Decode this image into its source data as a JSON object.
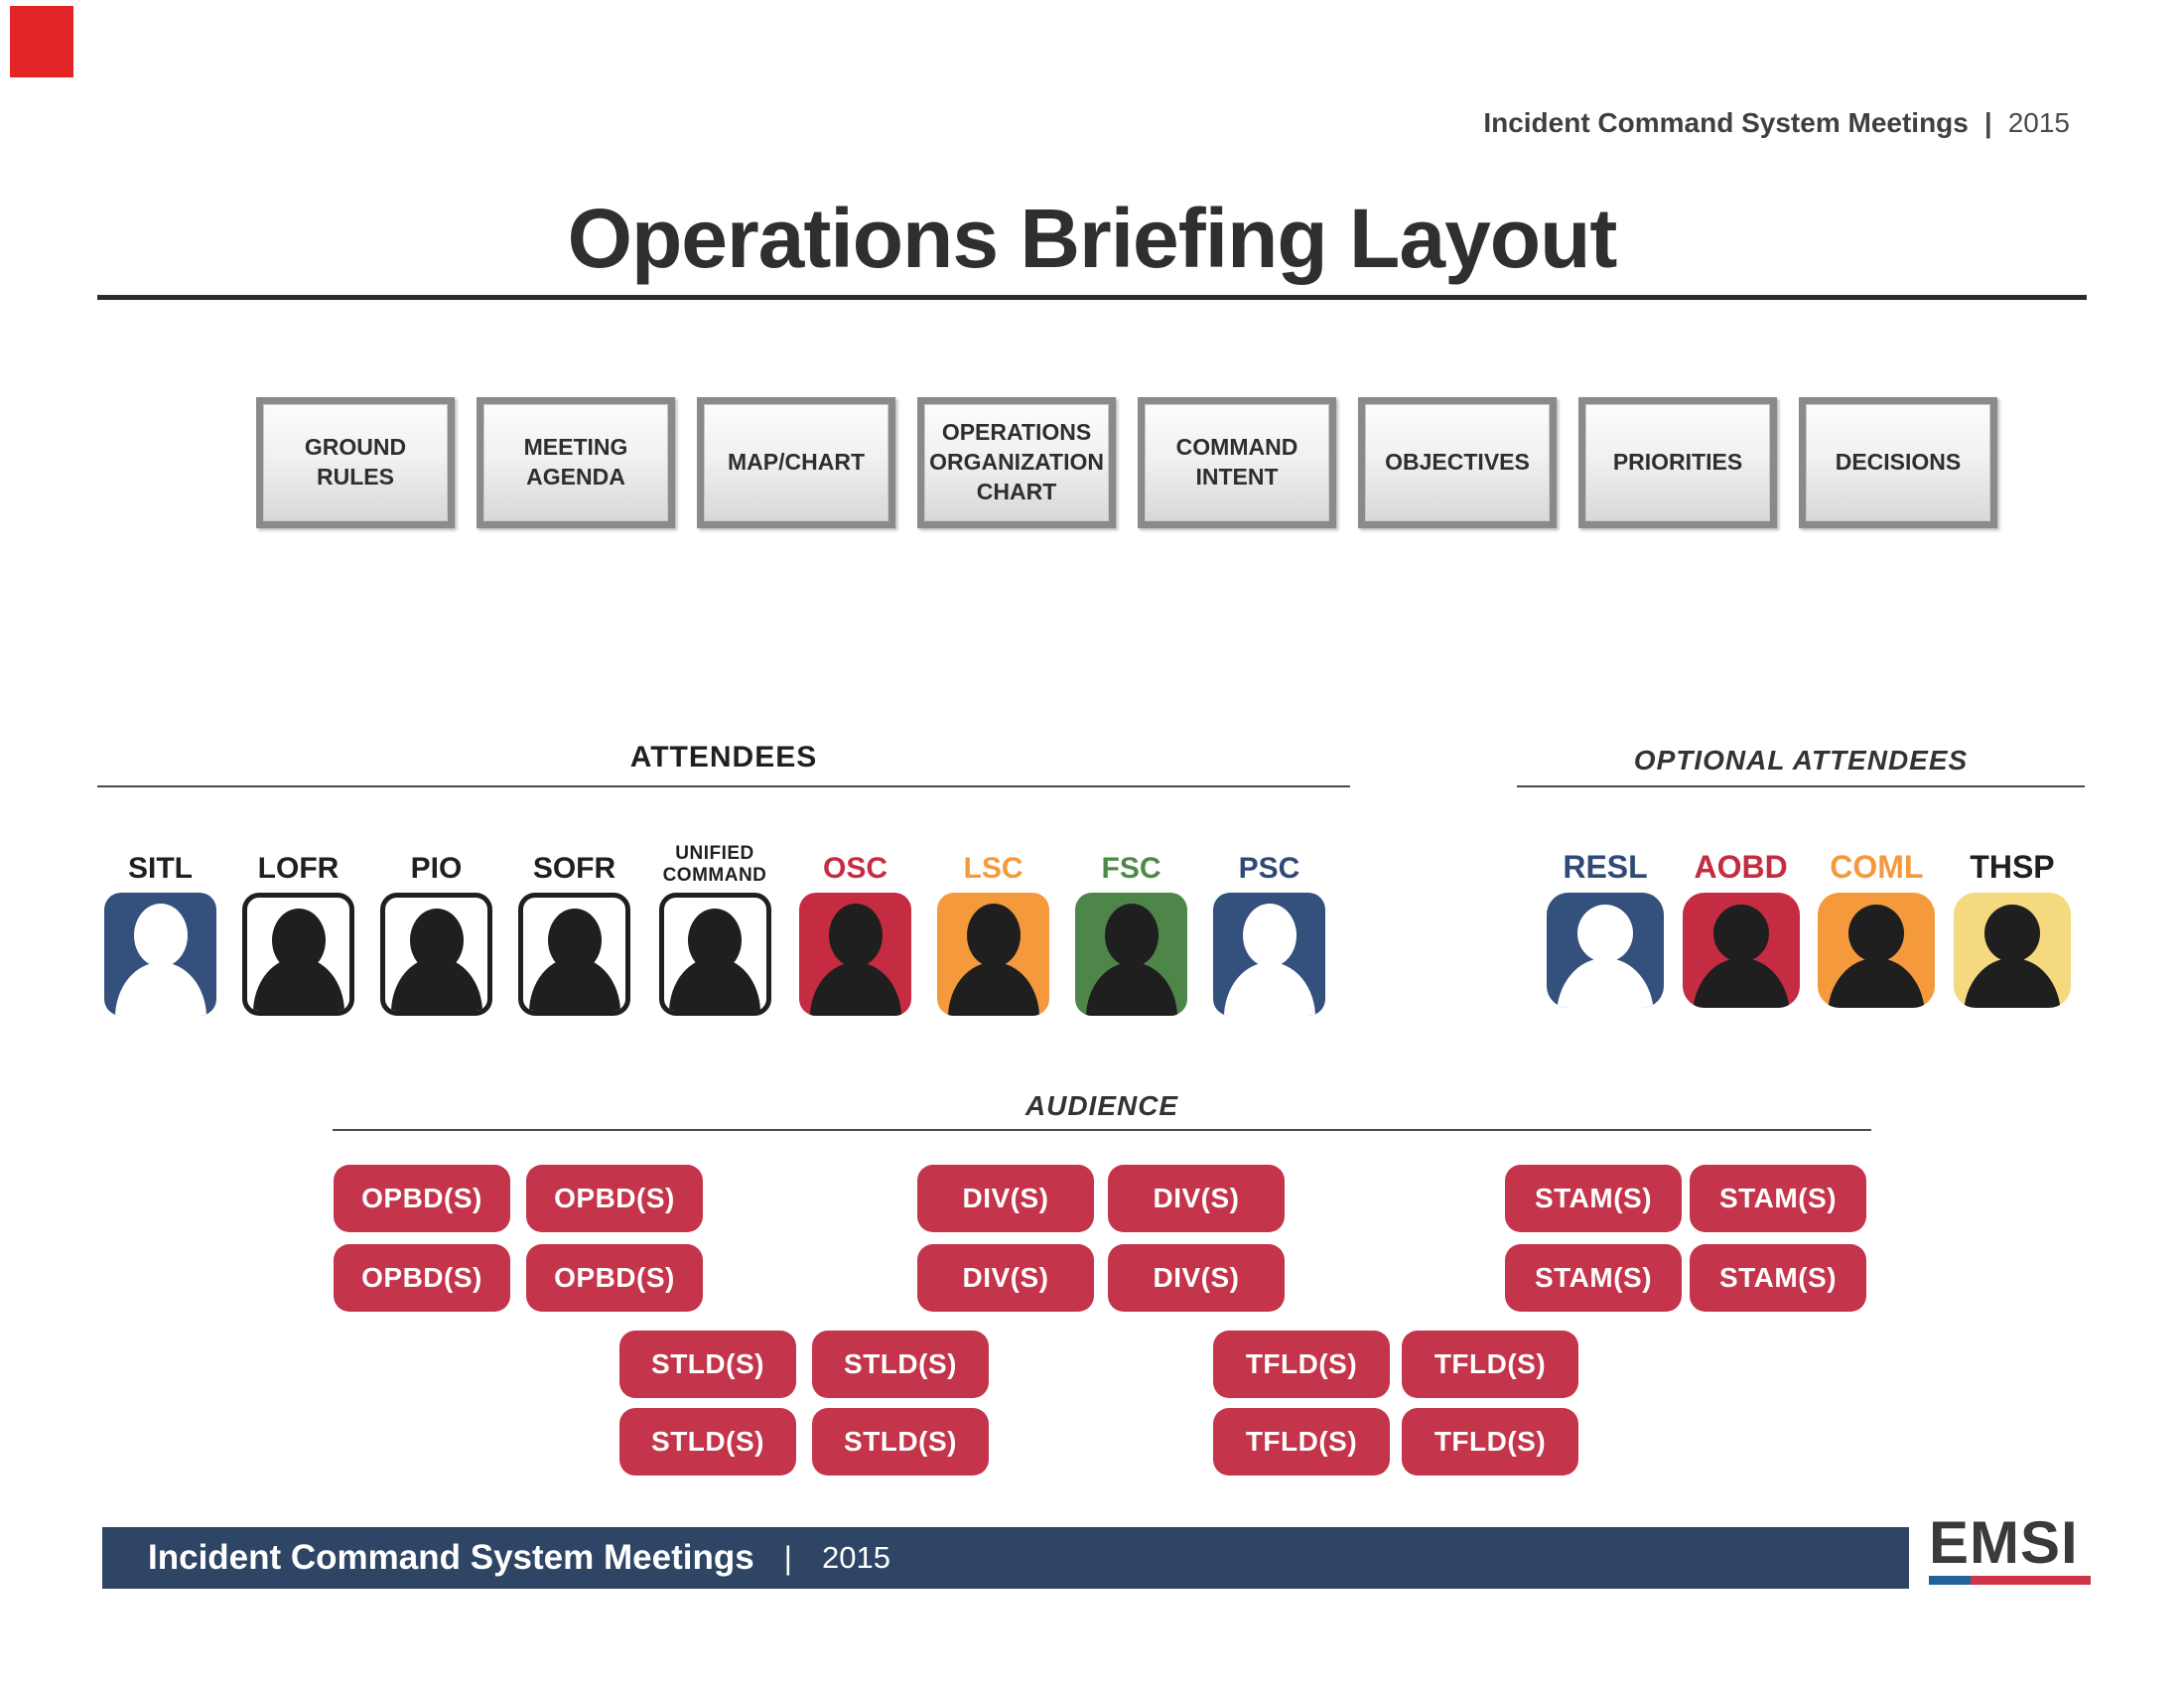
{
  "accent_color": "#E42528",
  "header": {
    "title": "Incident Command System Meetings",
    "separator": "|",
    "year": "2015"
  },
  "page_title": "Operations Briefing Layout",
  "agenda_boxes": [
    "GROUND RULES",
    "MEETING AGENDA",
    "MAP/CHART",
    "OPERATIONS ORGANIZATION CHART",
    "COMMAND INTENT",
    "OBJECTIVES",
    "PRIORITIES",
    "DECISIONS"
  ],
  "colors": {
    "navy": "#34507C",
    "red": "#C52B41",
    "orange": "#F49A3C",
    "green": "#4E8549",
    "yellow": "#F5D97E",
    "white": "#FFFFFF",
    "ink": "#1F1F1F",
    "seat_red": "#C4344A",
    "footer_navy": "#2F4565",
    "logo_blue": "#20639A",
    "logo_red": "#CE3347",
    "label_navy": "#2F4A77",
    "label_red": "#C52B41",
    "label_orange": "#F49A3C",
    "label_green": "#4C8A47",
    "label_black": "#1F1F1F"
  },
  "attendees": {
    "heading": "ATTENDEES",
    "people": [
      {
        "label": "SITL"
      },
      {
        "label": "LOFR"
      },
      {
        "label": "PIO"
      },
      {
        "label": "SOFR"
      },
      {
        "label": "UNIFIED COMMAND"
      },
      {
        "label": "OSC"
      },
      {
        "label": "LSC"
      },
      {
        "label": "FSC"
      },
      {
        "label": "PSC"
      }
    ]
  },
  "optional_attendees": {
    "heading": "OPTIONAL ATTENDEES",
    "people": [
      {
        "label": "RESL"
      },
      {
        "label": "AOBD"
      },
      {
        "label": "COML"
      },
      {
        "label": "THSP"
      }
    ]
  },
  "audience": {
    "heading": "AUDIENCE",
    "rows": [
      [
        "OPBD(S)",
        "OPBD(S)",
        "DIV(S)",
        "DIV(S)",
        "STAM(S)",
        "STAM(S)"
      ],
      [
        "OPBD(S)",
        "OPBD(S)",
        "DIV(S)",
        "DIV(S)",
        "STAM(S)",
        "STAM(S)"
      ],
      [
        "STLD(S)",
        "STLD(S)",
        "TFLD(S)",
        "TFLD(S)"
      ],
      [
        "STLD(S)",
        "STLD(S)",
        "TFLD(S)",
        "TFLD(S)"
      ]
    ]
  },
  "footer": {
    "title": "Incident Command System Meetings",
    "separator": "|",
    "year": "2015",
    "logo_text": "EMSI"
  }
}
